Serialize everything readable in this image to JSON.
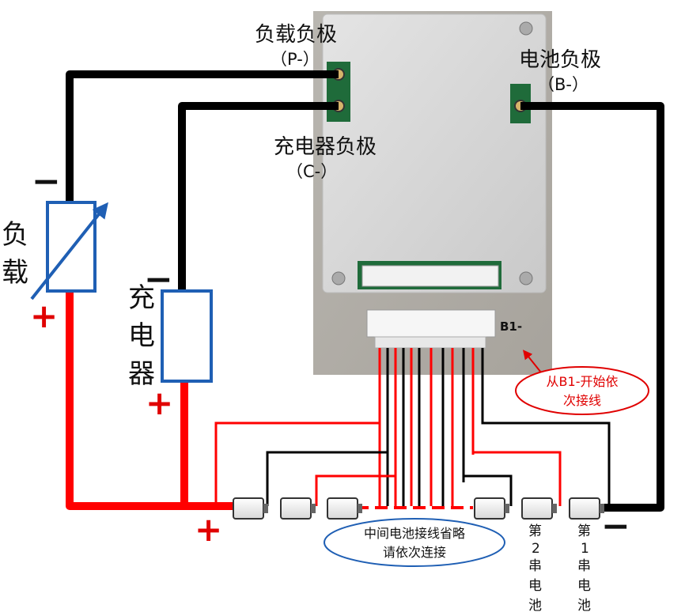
{
  "labels": {
    "load_negative": "负载负极",
    "load_negative_code": "（P-）",
    "battery_negative": "电池负极",
    "battery_negative_code": "（B-）",
    "charger_negative": "充电器负极",
    "charger_negative_code": "（C-）",
    "load_char1": "负",
    "load_char2": "载",
    "charger_char1": "充",
    "charger_char2": "电",
    "charger_char3": "器",
    "minus_sign": "−",
    "plus_sign": "+",
    "b1_label": "B1-",
    "b1_note_line1": "从B1-开始依",
    "b1_note_line2": "次接线",
    "middle_note_line1": "中间电池接线省略",
    "middle_note_line2": "请依次连接",
    "cell2_label": [
      "第",
      "2",
      "串",
      "电",
      "池"
    ],
    "cell1_label": [
      "第",
      "1",
      "串",
      "电",
      "池"
    ]
  },
  "colors": {
    "positive_wire": "#ff0000",
    "negative_wire": "#000000",
    "box_outline": "#1f5fb4",
    "note_outline_red": "#e00000",
    "note_outline_blue": "#1f5fb4",
    "bms_plate": "#d4d4d4",
    "connector_pcb": "#1f6b3a"
  }
}
